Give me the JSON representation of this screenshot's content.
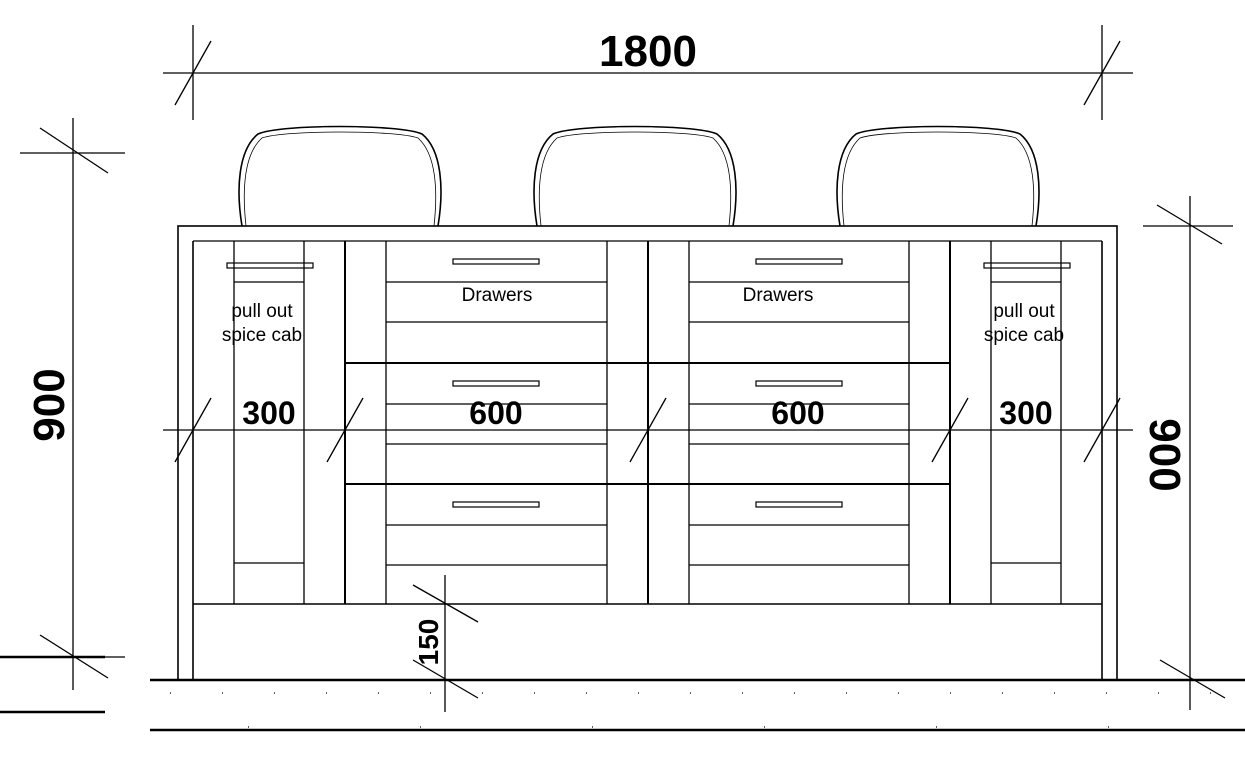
{
  "drawing": {
    "overall_width": "1800",
    "overall_height_left": "900",
    "overall_height_right": "900",
    "plinth_height": "150",
    "sections": [
      {
        "width": "300",
        "type": "spice",
        "label_line1": "pull out",
        "label_line2": "spice cab"
      },
      {
        "width": "600",
        "type": "drawers",
        "label_line1": "Drawers"
      },
      {
        "width": "600",
        "type": "drawers",
        "label_line1": "Drawers"
      },
      {
        "width": "300",
        "type": "spice",
        "label_line1": "pull out",
        "label_line2": "spice cab"
      }
    ],
    "stool_count": 3,
    "line_color": "#000000"
  }
}
